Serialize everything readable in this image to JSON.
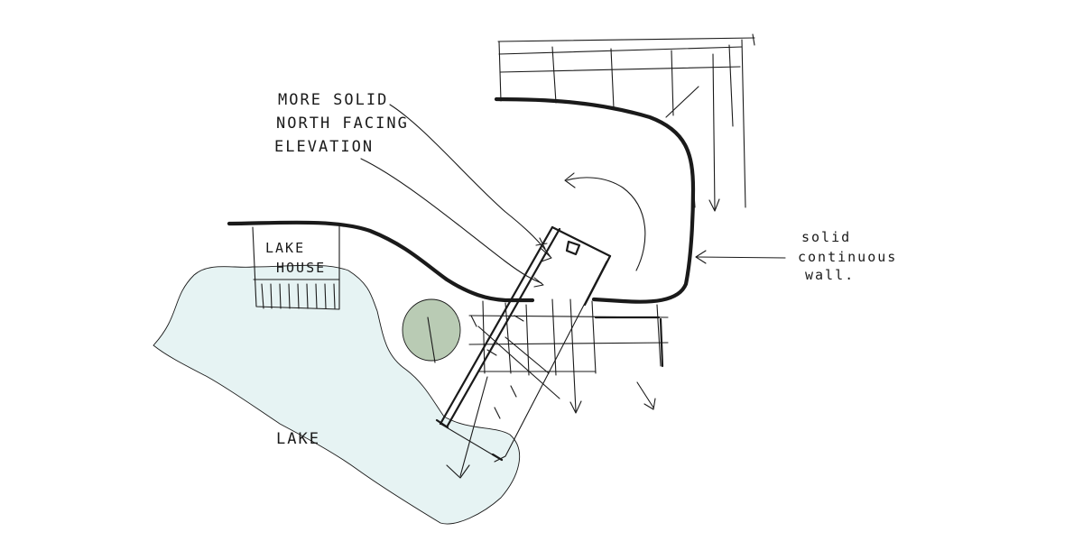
{
  "colors": {
    "ink": "#1a1a1a",
    "lake": "#e6f3f3",
    "tree": "#b9cbb4",
    "paper": "#ffffff"
  },
  "annotations": {
    "north_elevation": [
      "MORE SOLID",
      "NORTH FACING",
      "ELEVATION"
    ],
    "solid_wall": [
      "solid",
      "continuous",
      "wall."
    ],
    "lake_house": [
      "LAKE",
      "HOUSE"
    ],
    "lake": "LAKE"
  }
}
